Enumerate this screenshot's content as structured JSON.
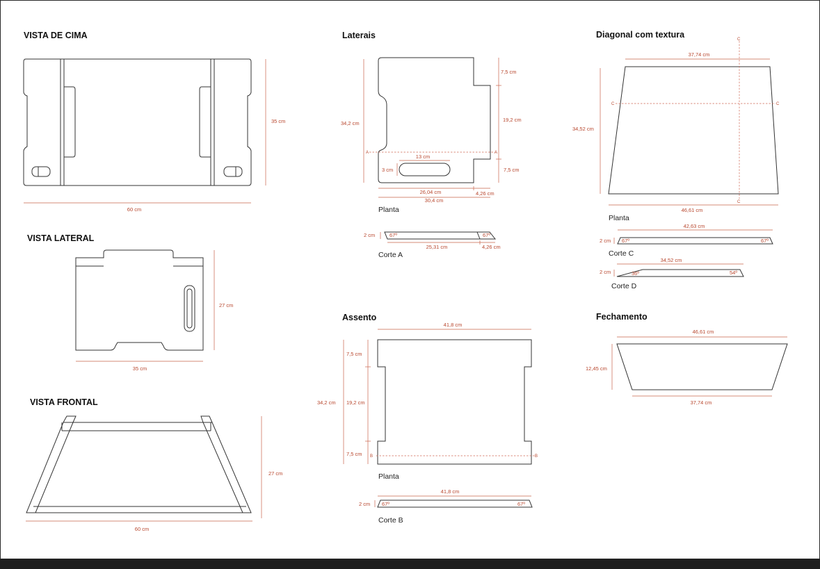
{
  "titles": {
    "top_view": "VISTA DE CIMA",
    "side_view": "VISTA LATERAL",
    "front_view": "VISTA FRONTAL",
    "laterais": "Laterais",
    "assento": "Assento",
    "diagonal": "Diagonal com textura",
    "fechamento": "Fechamento"
  },
  "labels": {
    "planta": "Planta",
    "corte_a": "Corte A",
    "corte_b": "Corte B",
    "corte_c": "Corte C",
    "corte_d": "Corte D"
  },
  "section_marks": {
    "a": "A",
    "b": "B",
    "c": "C"
  },
  "dims": {
    "top_width": "60 cm",
    "top_height": "35 cm",
    "side_width": "35 cm",
    "side_height": "27 cm",
    "front_width": "60 cm",
    "front_height": "27 cm",
    "lat_height": "34,2 cm",
    "lat_top": "7,5 cm",
    "lat_mid": "19,2 cm",
    "lat_bot": "7,5 cm",
    "lat_slot": "13 cm",
    "lat_slot_h": "3 cm",
    "lat_w1": "26,04 cm",
    "lat_w2": "4,26 cm",
    "lat_w_total": "30,4 cm",
    "corte_a_t": "2 cm",
    "corte_a_ang1": "67º",
    "corte_a_ang2": "67º",
    "corte_a_w1": "25,31 cm",
    "corte_a_w2": "4,26 cm",
    "as_width": "41,8 cm",
    "as_top": "7,5 cm",
    "as_mid": "19,2 cm",
    "as_bot": "7,5 cm",
    "as_height": "34,2 cm",
    "corte_b_w": "41,8 cm",
    "corte_b_t": "2 cm",
    "corte_b_ang1": "67º",
    "corte_b_ang2": "67º",
    "diag_top": "37,74 cm",
    "diag_height": "34,52 cm",
    "diag_bottom": "46,61 cm",
    "corte_c_w": "42,63 cm",
    "corte_c_t": "2 cm",
    "corte_c_ang1": "67º",
    "corte_c_ang2": "67º",
    "corte_d_w": "34,52 cm",
    "corte_d_t": "2 cm",
    "corte_d_ang1": "36º",
    "corte_d_ang2": "54º",
    "fech_top": "46,61 cm",
    "fech_height": "12,45 cm",
    "fech_bottom": "37,74 cm"
  },
  "colors": {
    "dimension": "#c9644a",
    "outline": "#333333",
    "background": "#ffffff"
  }
}
